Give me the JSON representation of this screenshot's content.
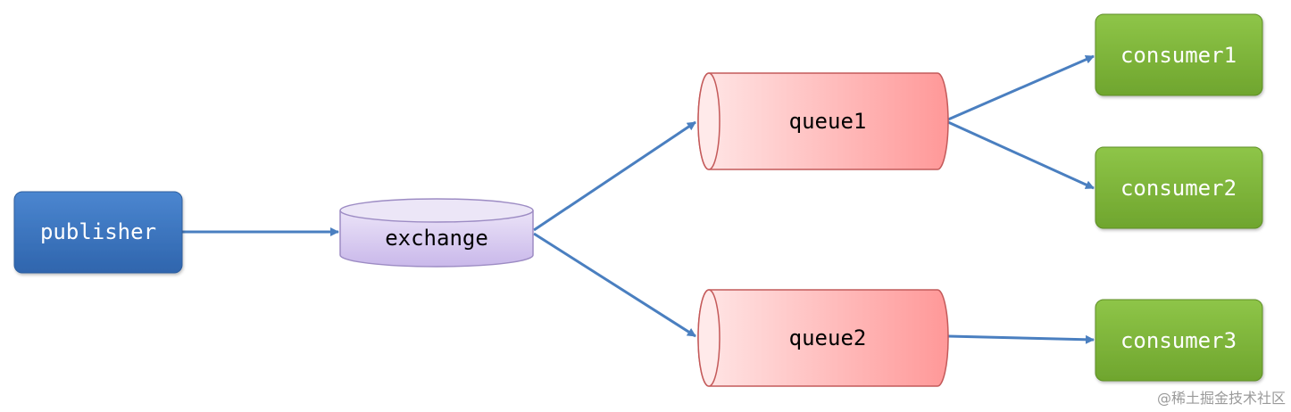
{
  "diagram": {
    "nodes": {
      "publisher": "publisher",
      "exchange": "exchange",
      "queue1": "queue1",
      "queue2": "queue2",
      "consumer1": "consumer1",
      "consumer2": "consumer2",
      "consumer3": "consumer3"
    },
    "edges": [
      {
        "from": "publisher",
        "to": "exchange"
      },
      {
        "from": "exchange",
        "to": "queue1"
      },
      {
        "from": "exchange",
        "to": "queue2"
      },
      {
        "from": "queue1",
        "to": "consumer1"
      },
      {
        "from": "queue1",
        "to": "consumer2"
      },
      {
        "from": "queue2",
        "to": "consumer3"
      }
    ]
  },
  "watermark": "@稀土掘金技术社区",
  "colors": {
    "publisher": "#3d78c4",
    "exchange": "#d9cdf0",
    "queue": "#ff9d9d",
    "consumer": "#7fb83a",
    "arrow": "#4a7fc0"
  }
}
